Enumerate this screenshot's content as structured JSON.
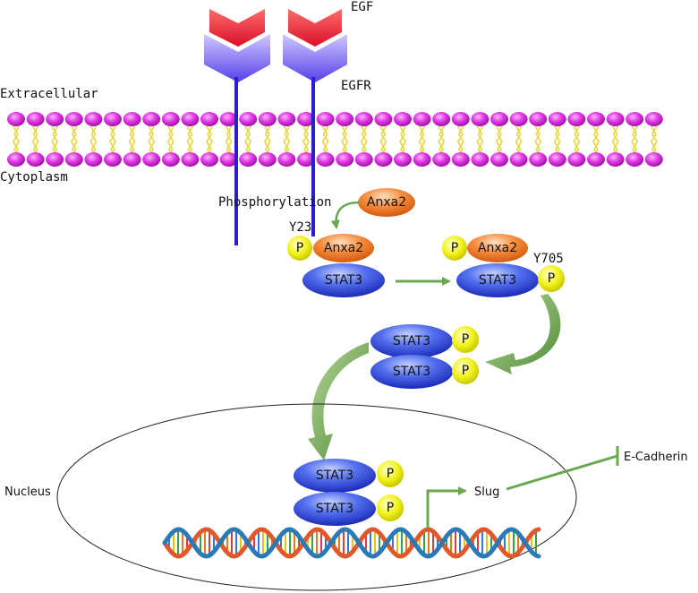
{
  "labels": {
    "egf": "EGF",
    "egfr": "EGFR",
    "extracellular": "Extracellular",
    "cytoplasm": "Cytoplasm",
    "phosphorylation": "Phosphorylation",
    "y23": "Y23",
    "y705": "Y705",
    "nucleus": "Nucleus",
    "slug": "Slug",
    "ecadherin": "E-Cadherin"
  },
  "molecules": {
    "anxa2": "Anxa2",
    "stat3": "STAT3",
    "phospho": "P"
  },
  "colors": {
    "egf_red": "#e8203a",
    "egfr_purple": "#6a5af0",
    "membrane_head": "#e23de6",
    "receptor_line": "#2a1fcc",
    "anxa2": "#f07a28",
    "stat3": "#3a56e0",
    "phospho": "#f2f21a",
    "arrow_green": "#6aa84f"
  }
}
